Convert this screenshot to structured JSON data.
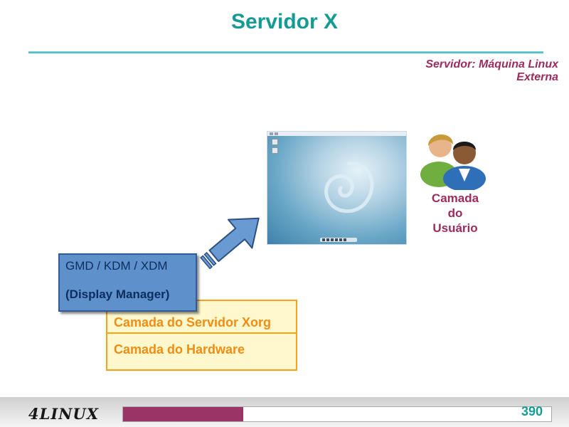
{
  "slide": {
    "title": "Servidor X",
    "subtitle_line1": "Servidor: Máquina Linux",
    "subtitle_line2": "Externa"
  },
  "diagram": {
    "user_layer": [
      "Camada",
      "do",
      "Usuário"
    ],
    "display_manager": {
      "line1": "GMD / KDM / XDM",
      "line2": "(Display Manager)"
    },
    "layers": [
      "Camada do Servidor Xorg",
      "Camada do Hardware"
    ]
  },
  "footer": {
    "logo": "4LINUX",
    "page_number": "390",
    "progress_fraction": 0.28
  },
  "colors": {
    "title": "#159a94",
    "subtitle": "#9c2b5f",
    "dm_fill": "#5e90cc",
    "layer_border": "#f7a21b",
    "layer_text": "#f28c13",
    "progress": "#9a3366"
  }
}
